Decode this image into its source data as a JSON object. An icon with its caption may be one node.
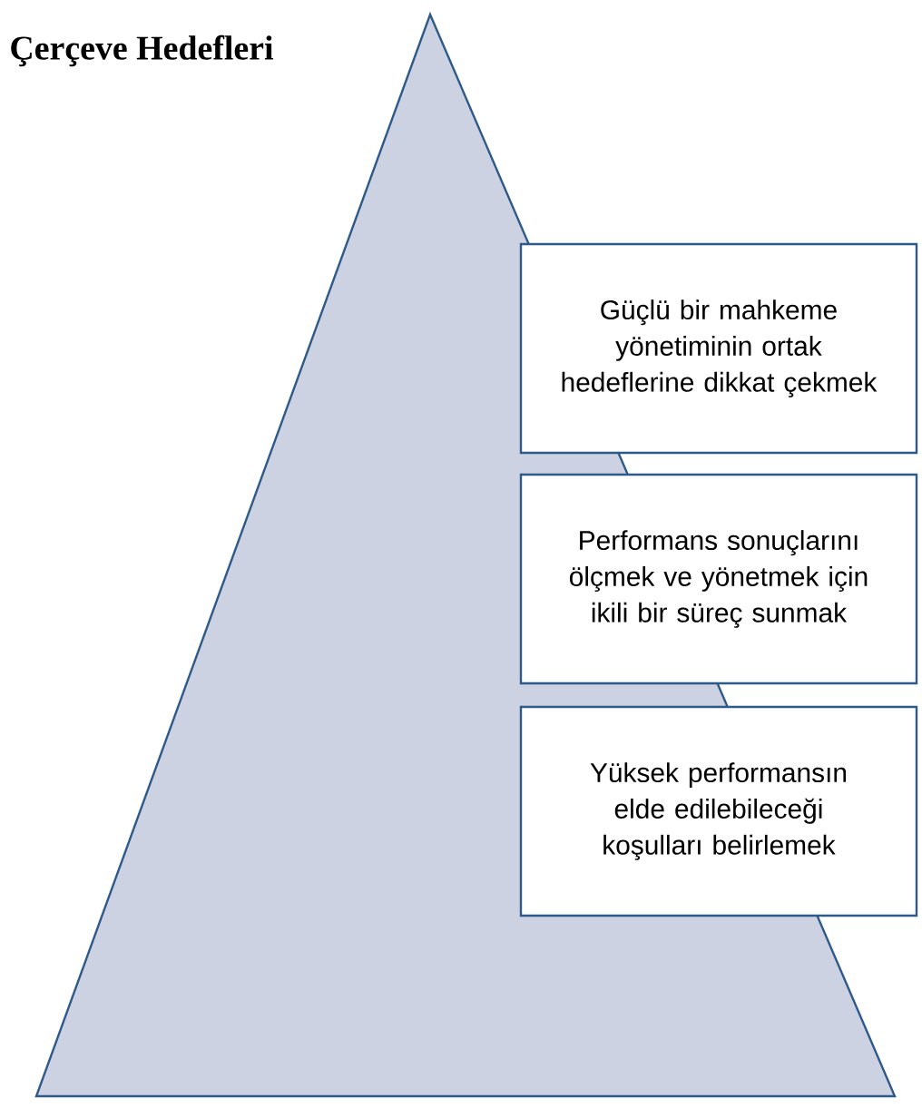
{
  "diagram": {
    "title": "Çerçeve Hedefleri",
    "nodes": [
      {
        "text": [
          "Güçlü bir mahkeme yönetiminin ortak hedeflerine dikkat çekmek"
        ]
      },
      {
        "text": [
          "Performans sonuçlarını ölçmek ve yönetmek için ikili bir süreç sunmak"
        ]
      },
      {
        "text": [
          "Yüksek performansın elde edilebileceği koşulları belirlemek"
        ]
      }
    ]
  }
}
